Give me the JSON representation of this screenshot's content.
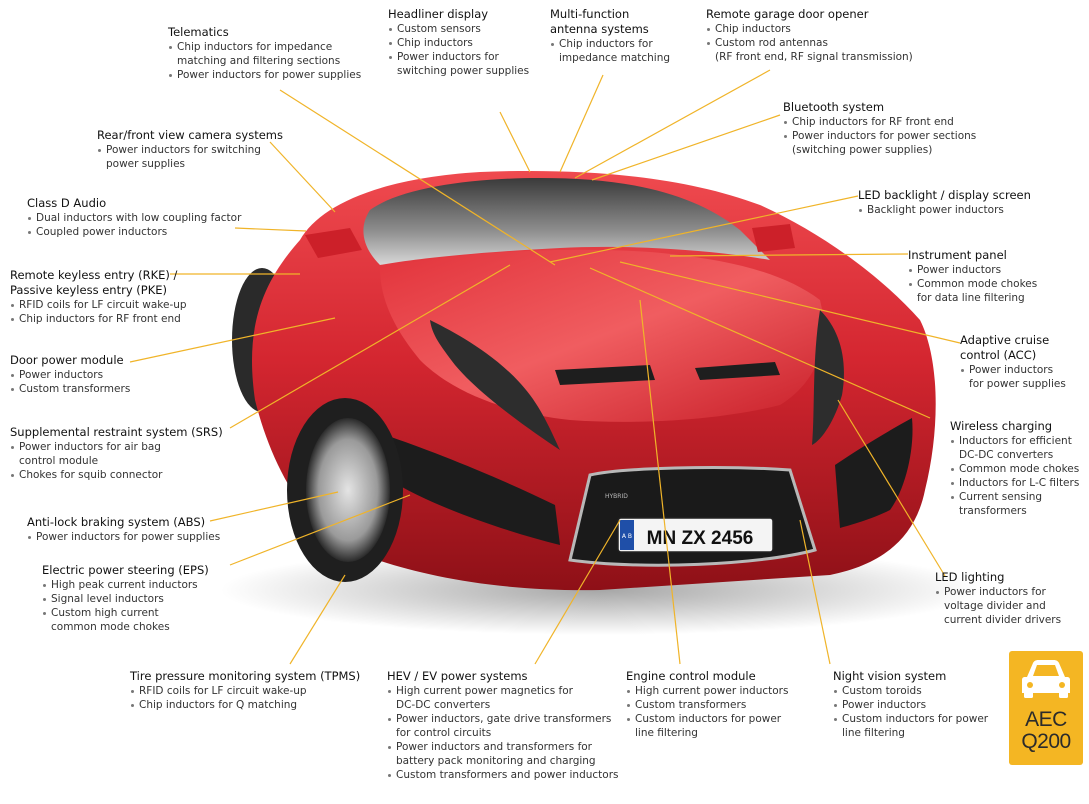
{
  "colors": {
    "leader": "#f0b429",
    "car_body": "#d8242f",
    "car_dark": "#8f0e16",
    "badge": "#f4b623"
  },
  "plate": {
    "stub": "A B",
    "text": "MN ZX 2456"
  },
  "grille_badge": "HYBRID",
  "badge": {
    "icon": "car-icon",
    "line1": "AEC",
    "line2": "Q200"
  },
  "callouts": [
    {
      "title": "Telematics",
      "items": [
        [
          "Chip inductors for impedance",
          "matching and filtering sections"
        ],
        [
          "Power inductors for power supplies"
        ]
      ]
    },
    {
      "title": "Headliner display",
      "items": [
        [
          "Custom sensors"
        ],
        [
          "Chip inductors"
        ],
        [
          "Power inductors for",
          "switching power supplies"
        ]
      ]
    },
    {
      "title": "Multi-function",
      "title2": "antenna systems",
      "items": [
        [
          "Chip inductors for",
          "impedance matching"
        ]
      ]
    },
    {
      "title": "Remote garage door opener",
      "items": [
        [
          "Chip inductors"
        ],
        [
          "Custom rod antennas",
          "(RF front end, RF signal transmission)"
        ]
      ]
    },
    {
      "title": "Bluetooth system",
      "items": [
        [
          "Chip inductors for RF front end"
        ],
        [
          "Power inductors for power sections",
          "(switching power supplies)"
        ]
      ]
    },
    {
      "title": "Rear/front view camera systems",
      "items": [
        [
          "Power inductors for switching",
          "power supplies"
        ]
      ]
    },
    {
      "title": "Class D Audio",
      "items": [
        [
          "Dual inductors with low coupling factor"
        ],
        [
          "Coupled power inductors"
        ]
      ]
    },
    {
      "title": "LED backlight / display screen",
      "items": [
        [
          "Backlight power inductors"
        ]
      ]
    },
    {
      "title": "Instrument panel",
      "items": [
        [
          "Power inductors"
        ],
        [
          "Common mode chokes",
          "for data line filtering"
        ]
      ]
    },
    {
      "title": "Remote keyless entry (RKE) /",
      "title2": "Passive keyless entry (PKE)",
      "items": [
        [
          "RFID coils for LF circuit wake-up"
        ],
        [
          "Chip inductors for RF front end"
        ]
      ]
    },
    {
      "title": "Adaptive cruise",
      "title2": "control (ACC)",
      "items": [
        [
          "Power inductors",
          "for power supplies"
        ]
      ]
    },
    {
      "title": "Door power module",
      "items": [
        [
          "Power inductors"
        ],
        [
          "Custom transformers"
        ]
      ]
    },
    {
      "title": "Supplemental restraint system (SRS)",
      "items": [
        [
          "Power inductors for air bag",
          "control module"
        ],
        [
          "Chokes for squib connector"
        ]
      ]
    },
    {
      "title": "Wireless charging",
      "items": [
        [
          "Inductors for efficient",
          "DC-DC converters"
        ],
        [
          "Common mode chokes"
        ],
        [
          "Inductors for L-C filters"
        ],
        [
          "Current sensing",
          "transformers"
        ]
      ]
    },
    {
      "title": "Anti-lock braking system (ABS)",
      "items": [
        [
          "Power inductors for power supplies"
        ]
      ]
    },
    {
      "title": "Electric power steering (EPS)",
      "items": [
        [
          "High peak current inductors"
        ],
        [
          "Signal level inductors"
        ],
        [
          "Custom high current",
          "common mode chokes"
        ]
      ]
    },
    {
      "title": "LED lighting",
      "items": [
        [
          "Power inductors for",
          "voltage divider and",
          "current divider drivers"
        ]
      ]
    },
    {
      "title": "Tire pressure monitoring system (TPMS)",
      "items": [
        [
          "RFID coils for LF circuit wake-up"
        ],
        [
          "Chip inductors for Q matching"
        ]
      ]
    },
    {
      "title": "HEV / EV power systems",
      "items": [
        [
          "High current power magnetics for",
          "DC-DC converters"
        ],
        [
          "Power inductors, gate drive transformers",
          "for control circuits"
        ],
        [
          "Power inductors and transformers for",
          "battery pack monitoring and charging"
        ],
        [
          "Custom transformers and power inductors"
        ]
      ]
    },
    {
      "title": "Engine control module",
      "items": [
        [
          "High current power inductors"
        ],
        [
          "Custom transformers"
        ],
        [
          "Custom inductors for power",
          "line filtering"
        ]
      ]
    },
    {
      "title": "Night vision system",
      "items": [
        [
          "Custom toroids"
        ],
        [
          "Power inductors"
        ],
        [
          "Custom inductors for power",
          "line filtering"
        ]
      ]
    }
  ]
}
